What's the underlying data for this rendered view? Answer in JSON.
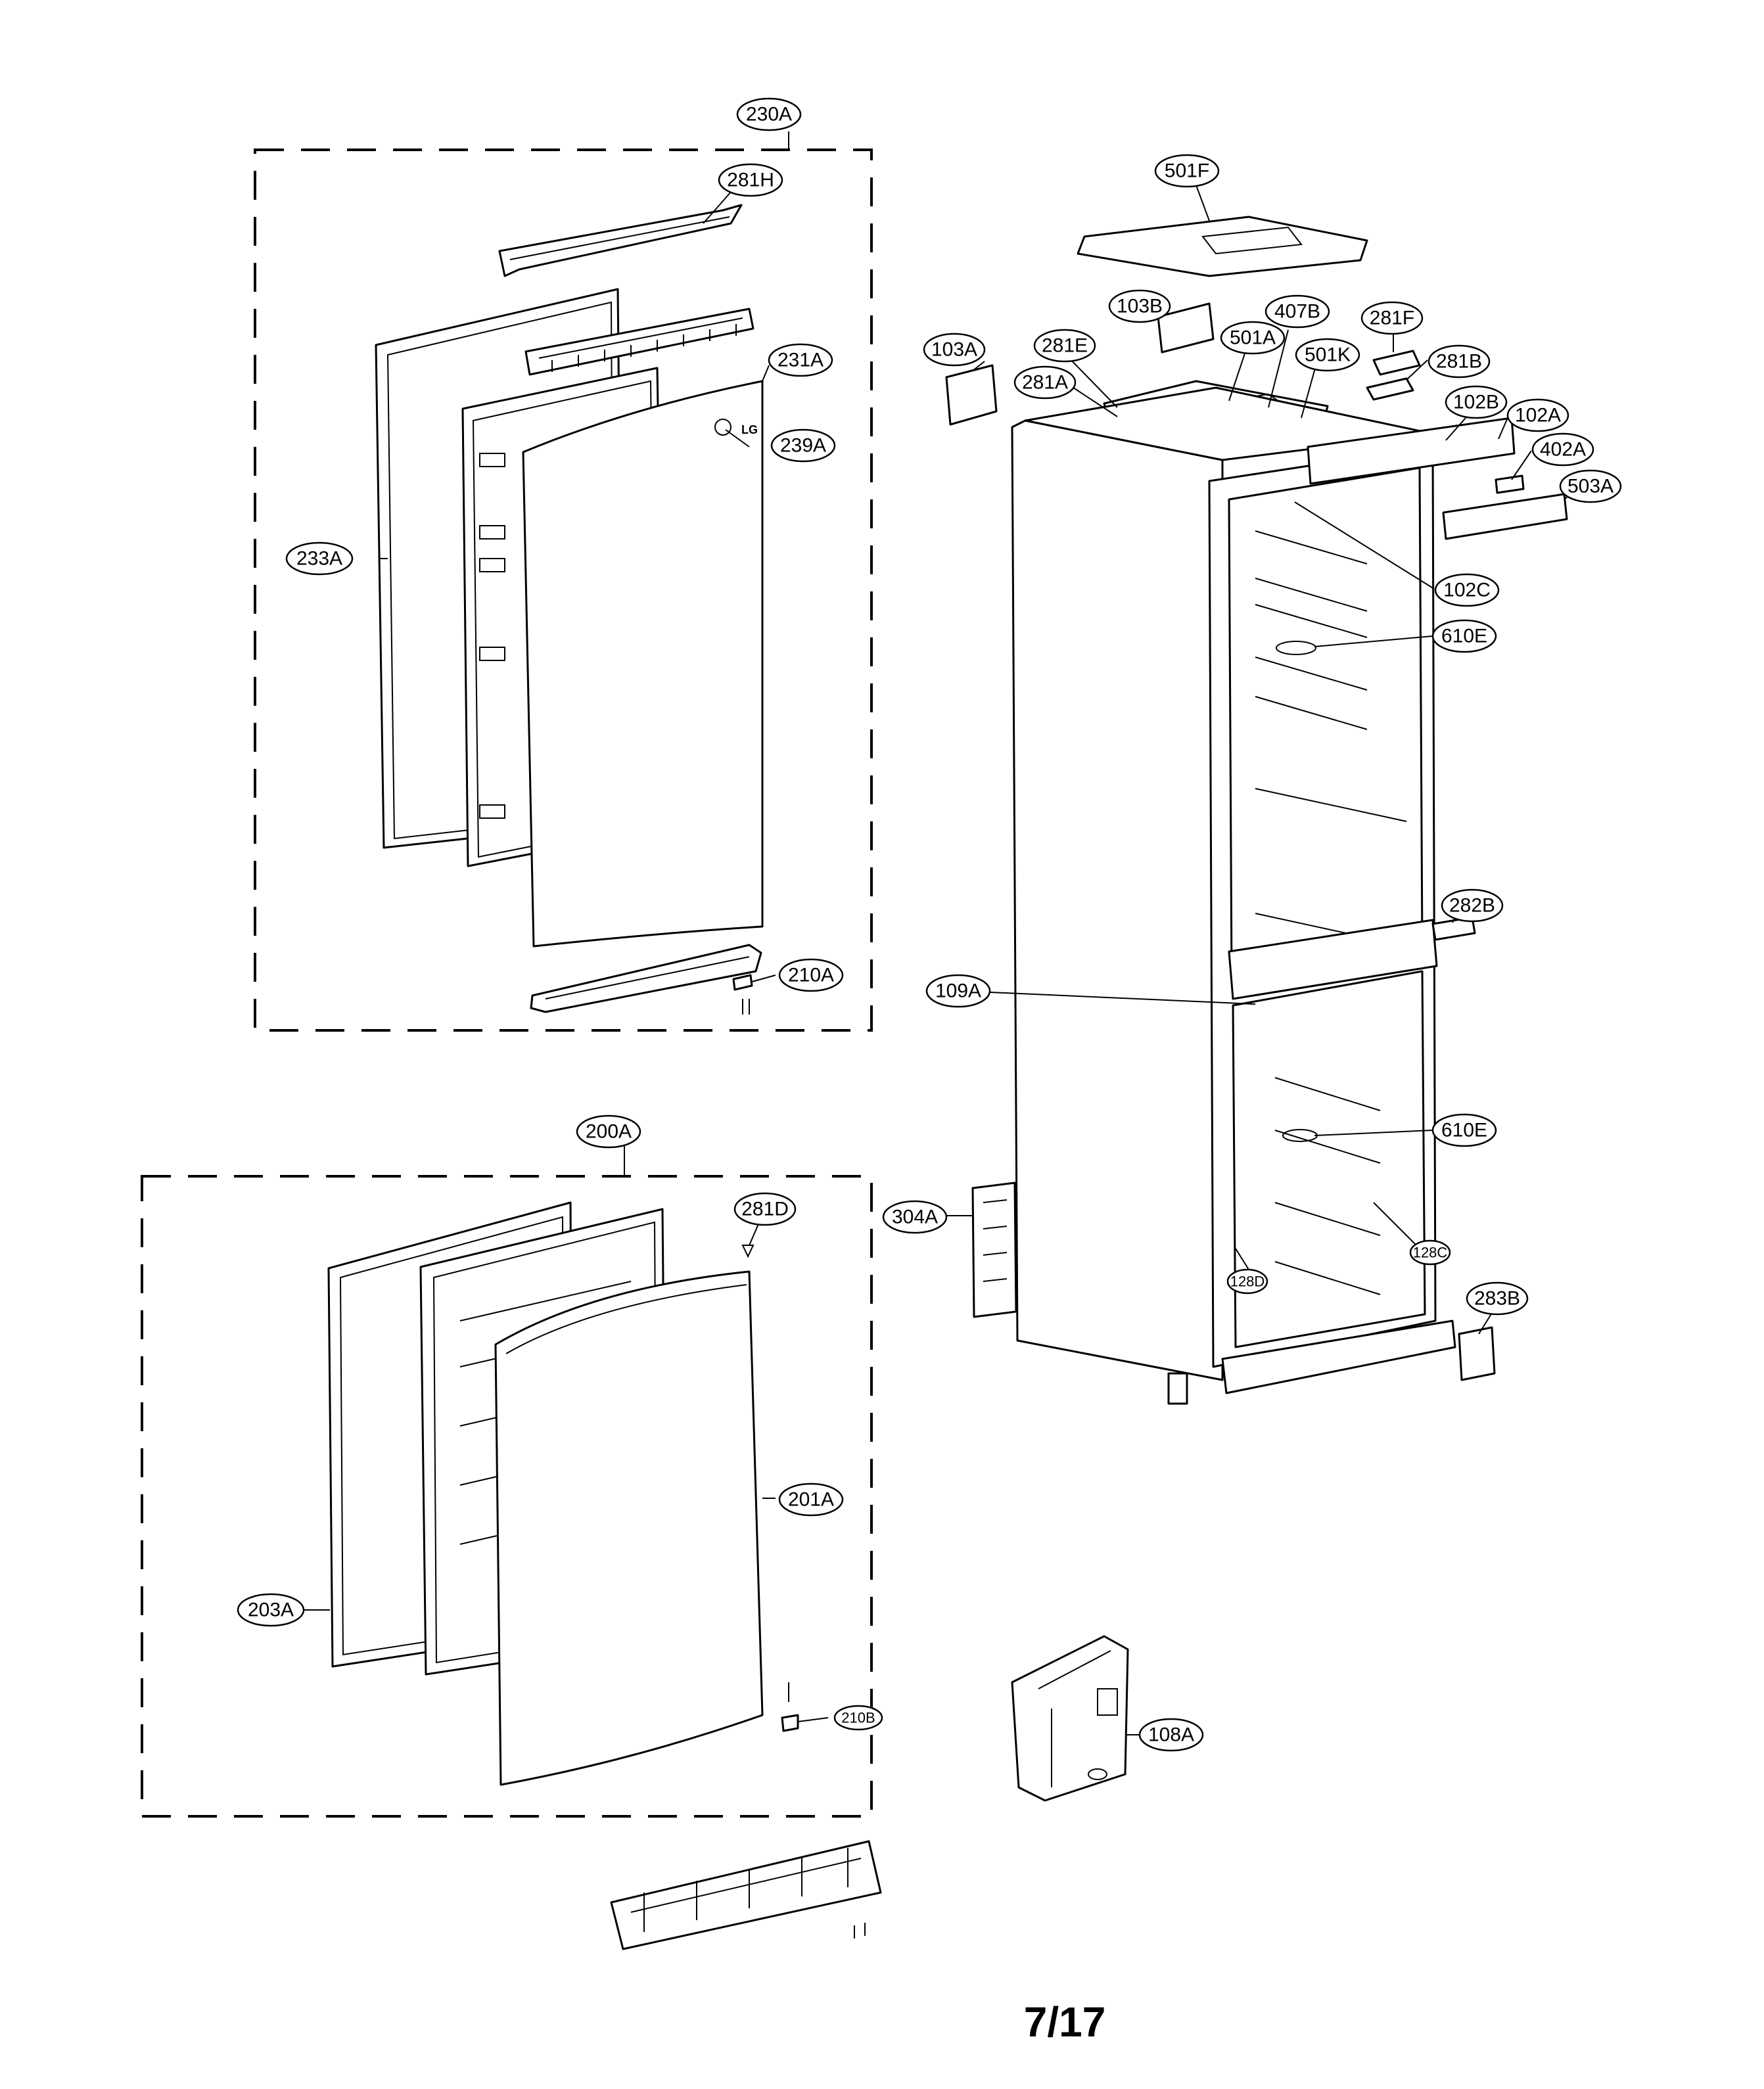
{
  "page": {
    "number": "7/17"
  },
  "parts": {
    "p230A": "230A",
    "p281H": "281H",
    "p231A": "231A",
    "p239A": "239A",
    "p233A": "233A",
    "p210A": "210A",
    "p200A": "200A",
    "p281D": "281D",
    "p201A": "201A",
    "p203A": "203A",
    "p210B": "210B",
    "p501F": "501F",
    "p103B": "103B",
    "p407B": "407B",
    "p281F": "281F",
    "p103A": "103A",
    "p281E": "281E",
    "p501A": "501A",
    "p501K": "501K",
    "p281B": "281B",
    "p281A": "281A",
    "p102B": "102B",
    "p102A": "102A",
    "p402A": "402A",
    "p503A": "503A",
    "p102C": "102C",
    "p610E_upper": "610E",
    "p282B": "282B",
    "p109A": "109A",
    "p610E_lower": "610E",
    "p304A": "304A",
    "p128C": "128C",
    "p128D": "128D",
    "p283B": "283B",
    "p108A": "108A"
  },
  "logo_text": "LG"
}
